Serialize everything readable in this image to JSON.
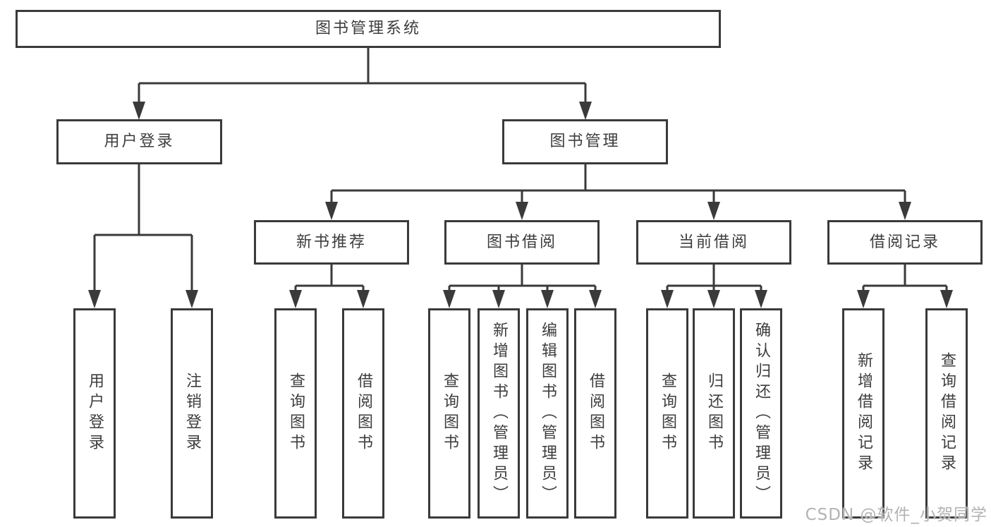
{
  "nodes": {
    "root": "图书管理系统",
    "level2": {
      "user_login": "用户登录",
      "book_mgmt": "图书管理"
    },
    "level3": {
      "new_books": "新书推荐",
      "book_borrow": "图书借阅",
      "current_borrow": "当前借阅",
      "borrow_records": "借阅记录"
    },
    "leaves": {
      "user_login": [
        "用户登录",
        "注销登录"
      ],
      "new_books": [
        "查询图书",
        "借阅图书"
      ],
      "book_borrow": [
        "查询图书",
        "新增图书（管理员）",
        "编辑图书（管理员）",
        "借阅图书"
      ],
      "current_borrow": [
        "查询图书",
        "归还图书",
        "确认归还（管理员）"
      ],
      "borrow_records": [
        "新增借阅记录",
        "查询借阅记录"
      ]
    }
  },
  "watermark": "CSDN @软件_小贺同学",
  "colors": {
    "line": "#3a3a3a",
    "text": "#3d3d3d",
    "background": "#ffffff",
    "watermark": "#b3b3b3"
  }
}
